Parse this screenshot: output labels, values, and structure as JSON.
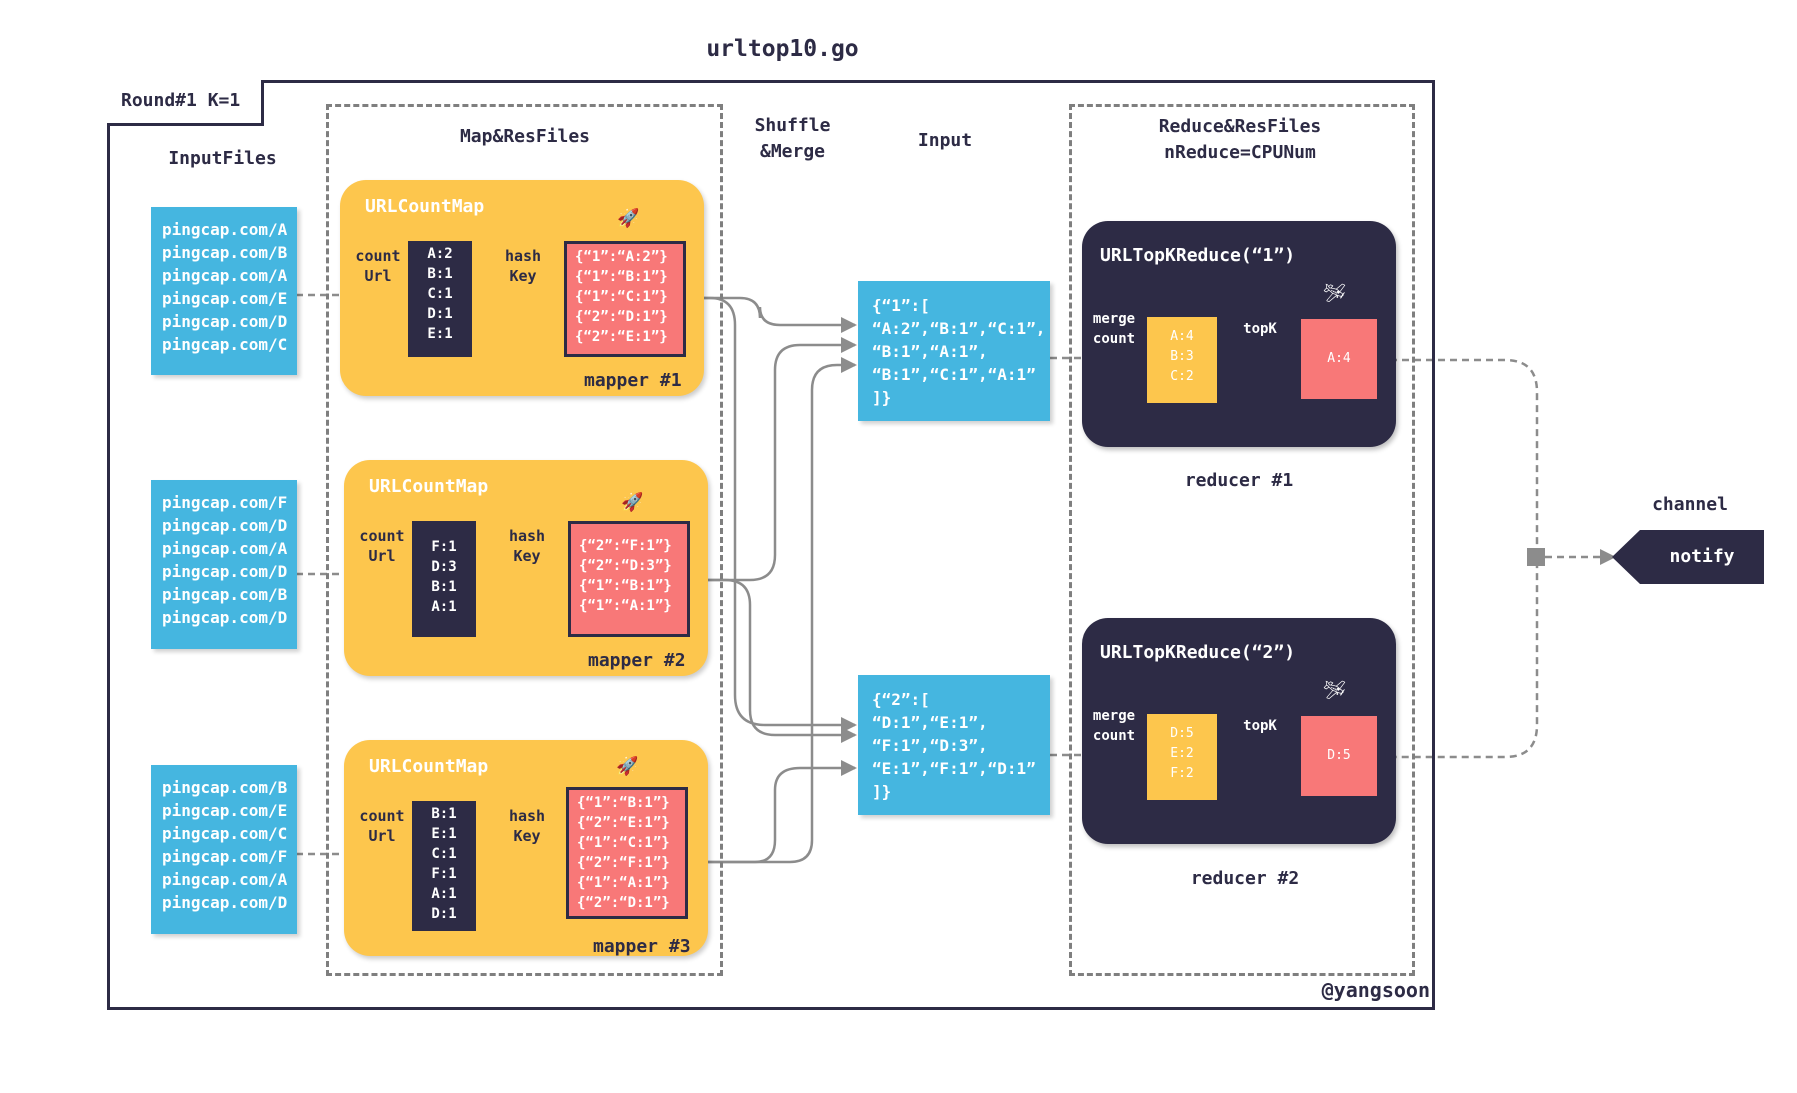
{
  "title": "urltop10.go",
  "round_label": "Round#1 K=1",
  "headers": {
    "input_files": "InputFiles",
    "map_res_files": "Map&ResFiles",
    "shuffle": [
      "Shuffle",
      "&Merge"
    ],
    "input": "Input",
    "reduce_res_files": [
      "Reduce&ResFiles",
      "nReduce=CPUNum"
    ],
    "channel": "channel"
  },
  "input_files": [
    [
      "pingcap.com/A",
      "pingcap.com/B",
      "pingcap.com/A",
      "pingcap.com/E",
      "pingcap.com/D",
      "pingcap.com/C"
    ],
    [
      "pingcap.com/F",
      "pingcap.com/D",
      "pingcap.com/A",
      "pingcap.com/D",
      "pingcap.com/B",
      "pingcap.com/D"
    ],
    [
      "pingcap.com/B",
      "pingcap.com/E",
      "pingcap.com/C",
      "pingcap.com/F",
      "pingcap.com/A",
      "pingcap.com/D"
    ]
  ],
  "mappers": [
    {
      "title": "URLCountMap",
      "count_label": [
        "count",
        "Url"
      ],
      "hash_label": [
        "hash",
        "Key"
      ],
      "counts": [
        "A:2",
        "B:1",
        "C:1",
        "D:1",
        "E:1"
      ],
      "keys": [
        "{“1”:“A:2”}",
        "{“1”:“B:1”}",
        "{“1”:“C:1”}",
        "{“2”:“D:1”}",
        "{“2”:“E:1”}"
      ],
      "name": "mapper #1"
    },
    {
      "title": "URLCountMap",
      "count_label": [
        "count",
        "Url"
      ],
      "hash_label": [
        "hash",
        "Key"
      ],
      "counts": [
        "F:1",
        "D:3",
        "B:1",
        "A:1"
      ],
      "keys": [
        "{“2”:“F:1”}",
        "{“2”:“D:3”}",
        "{“1”:“B:1”}",
        "{“1”:“A:1”}"
      ],
      "name": "mapper #2"
    },
    {
      "title": "URLCountMap",
      "count_label": [
        "count",
        "Url"
      ],
      "hash_label": [
        "hash",
        "Key"
      ],
      "counts": [
        "B:1",
        "E:1",
        "C:1",
        "F:1",
        "A:1",
        "D:1"
      ],
      "keys": [
        "{“1”:“B:1”}",
        "{“2”:“E:1”}",
        "{“1”:“C:1”}",
        "{“2”:“F:1”}",
        "{“1”:“A:1”}",
        "{“2”:“D:1”}"
      ],
      "name": "mapper #3"
    }
  ],
  "rocket_icon": "🚀",
  "plane_icon": "🛩",
  "shuffle_inputs": [
    [
      "{“1”:[",
      "“A:2”,“B:1”,“C:1”,",
      "“B:1”,“A:1”,",
      "“B:1”,“C:1”,“A:1”",
      "]}"
    ],
    [
      "{“2”:[",
      "“D:1”,“E:1”,",
      "“F:1”,“D:3”,",
      "“E:1”,“F:1”,“D:1”",
      "]}"
    ]
  ],
  "reducers": [
    {
      "title": "URLTopKReduce(“1”)",
      "merge_label": [
        "merge",
        "count"
      ],
      "topk_label": "topK",
      "merged": [
        "A:4",
        "B:3",
        "C:2"
      ],
      "top": "A:4",
      "name": "reducer #1"
    },
    {
      "title": "URLTopKReduce(“2”)",
      "merge_label": [
        "merge",
        "count"
      ],
      "topk_label": "topK",
      "merged": [
        "D:5",
        "E:2",
        "F:2"
      ],
      "top": "D:5",
      "name": "reducer #2"
    }
  ],
  "notify_label": "notify",
  "signature": "@yangsoon",
  "colors": {
    "dark": "#2d2b45",
    "blue": "#45b6e0",
    "yellow": "#fdc64d",
    "red": "#f87878",
    "gray": "#8c8c8c"
  }
}
